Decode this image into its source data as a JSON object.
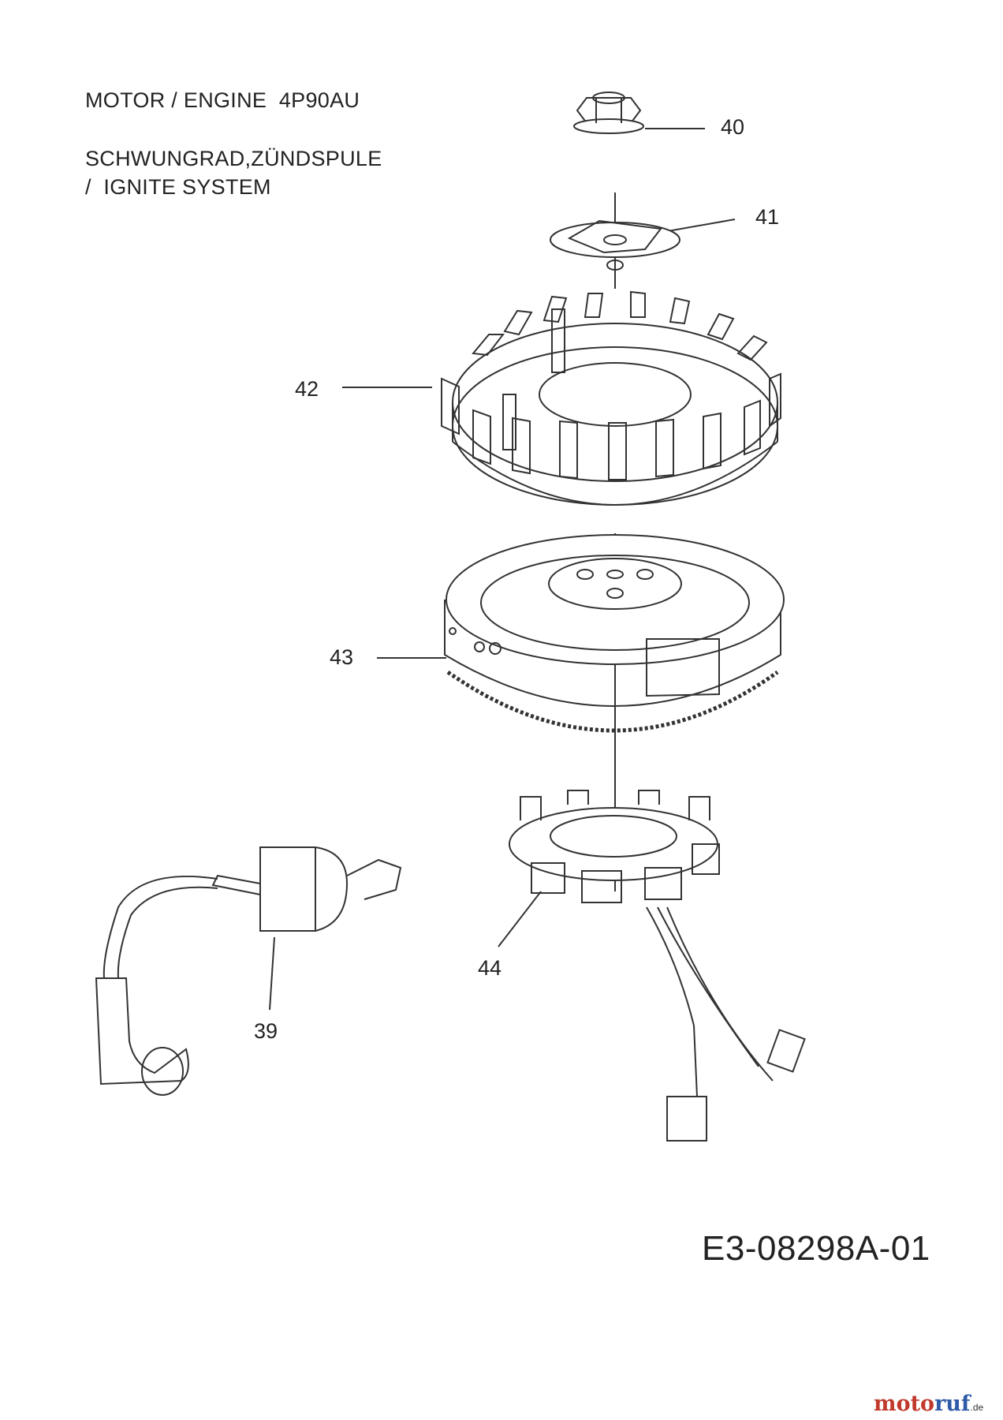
{
  "title": {
    "line1": "MOTOR / ENGINE  4P90AU",
    "line2": "SCHWUNGRAD,ZÜNDSPULE",
    "line3": "/  IGNITE SYSTEM"
  },
  "parts": [
    {
      "num": "40",
      "name": "flange-nut"
    },
    {
      "num": "41",
      "name": "washer-plate"
    },
    {
      "num": "42",
      "name": "flywheel-fan"
    },
    {
      "num": "43",
      "name": "flywheel"
    },
    {
      "num": "44",
      "name": "stator"
    },
    {
      "num": "39",
      "name": "ignition-coil"
    }
  ],
  "diagram_code": "E3-08298A-01",
  "watermark": {
    "part1": "moto",
    "part2": "ruf",
    "suffix": ".de"
  }
}
